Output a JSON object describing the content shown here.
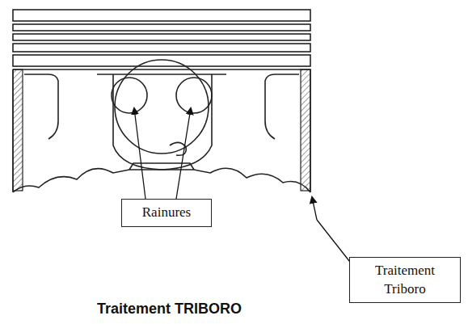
{
  "diagram": {
    "title": "Traitement TRIBORO",
    "nodes": [
      {
        "text": [
          "Rainures"
        ]
      },
      {
        "text": [
          "Traitement Triboro"
        ]
      }
    ]
  }
}
